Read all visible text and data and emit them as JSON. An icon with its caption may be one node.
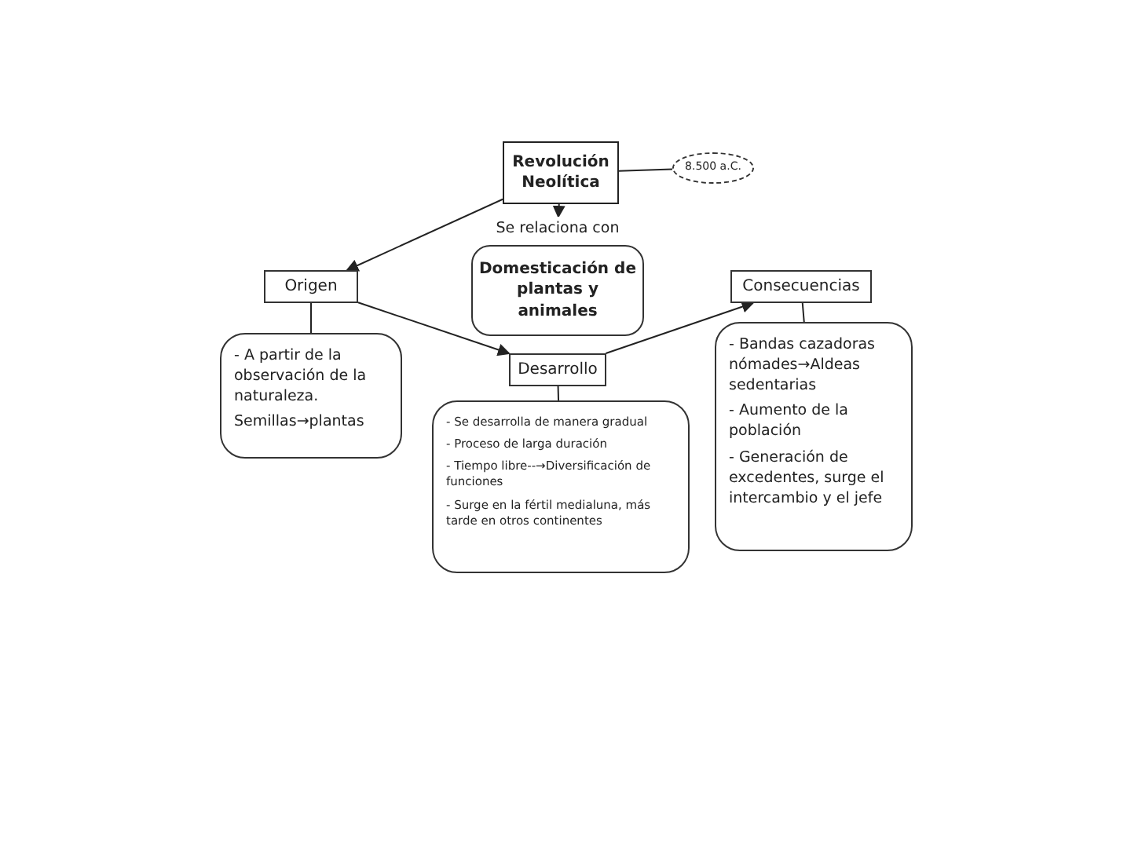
{
  "diagram": {
    "nodes": [
      {
        "text": [
          "Revolución Neolítica"
        ]
      },
      {
        "text": [
          "8.500 a.C."
        ]
      },
      {
        "text": [
          "Se relaciona con"
        ]
      },
      {
        "text": [
          "Domesticación de plantas y animales"
        ]
      },
      {
        "text": [
          "Origen"
        ]
      },
      {
        "text": [
          "- A partir de la observación de la naturaleza.",
          "Semillas→plantas"
        ]
      },
      {
        "text": [
          "Desarrollo"
        ]
      },
      {
        "text": [
          "- Se desarrolla de manera gradual",
          "- Proceso de larga duración",
          "- Tiempo libre--→Diversificación de funciones",
          "- Surge en la fértil medialuna, más tarde en otros continentes"
        ]
      },
      {
        "text": [
          "Consecuencias"
        ]
      },
      {
        "text": [
          "- Bandas cazadoras nómades→Aldeas sedentarias",
          "- Aumento de la población",
          "- Generación de excedentes, surge el intercambio y el jefe"
        ]
      }
    ],
    "edges": [
      {
        "from": 0,
        "to": 1,
        "arrow": "none"
      },
      {
        "from": 0,
        "to": 2,
        "arrow": "to"
      },
      {
        "from": 0,
        "to": 4,
        "arrow": "to"
      },
      {
        "from": 4,
        "to": 5,
        "arrow": "none"
      },
      {
        "from": 4,
        "to": 6,
        "arrow": "to"
      },
      {
        "from": 6,
        "to": 7,
        "arrow": "none"
      },
      {
        "from": 6,
        "to": 8,
        "arrow": "to"
      },
      {
        "from": 8,
        "to": 9,
        "arrow": "none"
      }
    ]
  }
}
